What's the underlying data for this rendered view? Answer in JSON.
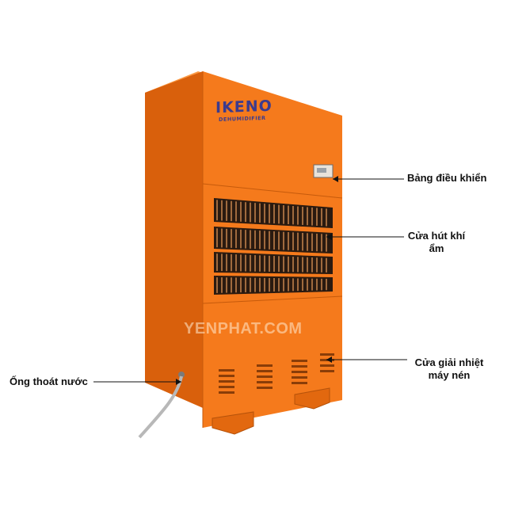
{
  "product": {
    "brand": "IKENO",
    "subtitle": "DEHUMIDIFIER",
    "watermark": "YENPHAT.COM"
  },
  "annotations": {
    "control_panel": "Bảng điều khiển",
    "air_intake_line1": "Cửa hút khí",
    "air_intake_line2": "ẩm",
    "compressor_vent_line1": "Cửa giải nhiệt",
    "compressor_vent_line2": "máy nén",
    "drain_pipe": "Ống thoát nước"
  },
  "colors": {
    "body_front": "#f57a1c",
    "body_side": "#d9600c",
    "body_top": "#fb9a45",
    "grille_dark": "#2a1a10",
    "brand_text": "#3b3b8e"
  }
}
